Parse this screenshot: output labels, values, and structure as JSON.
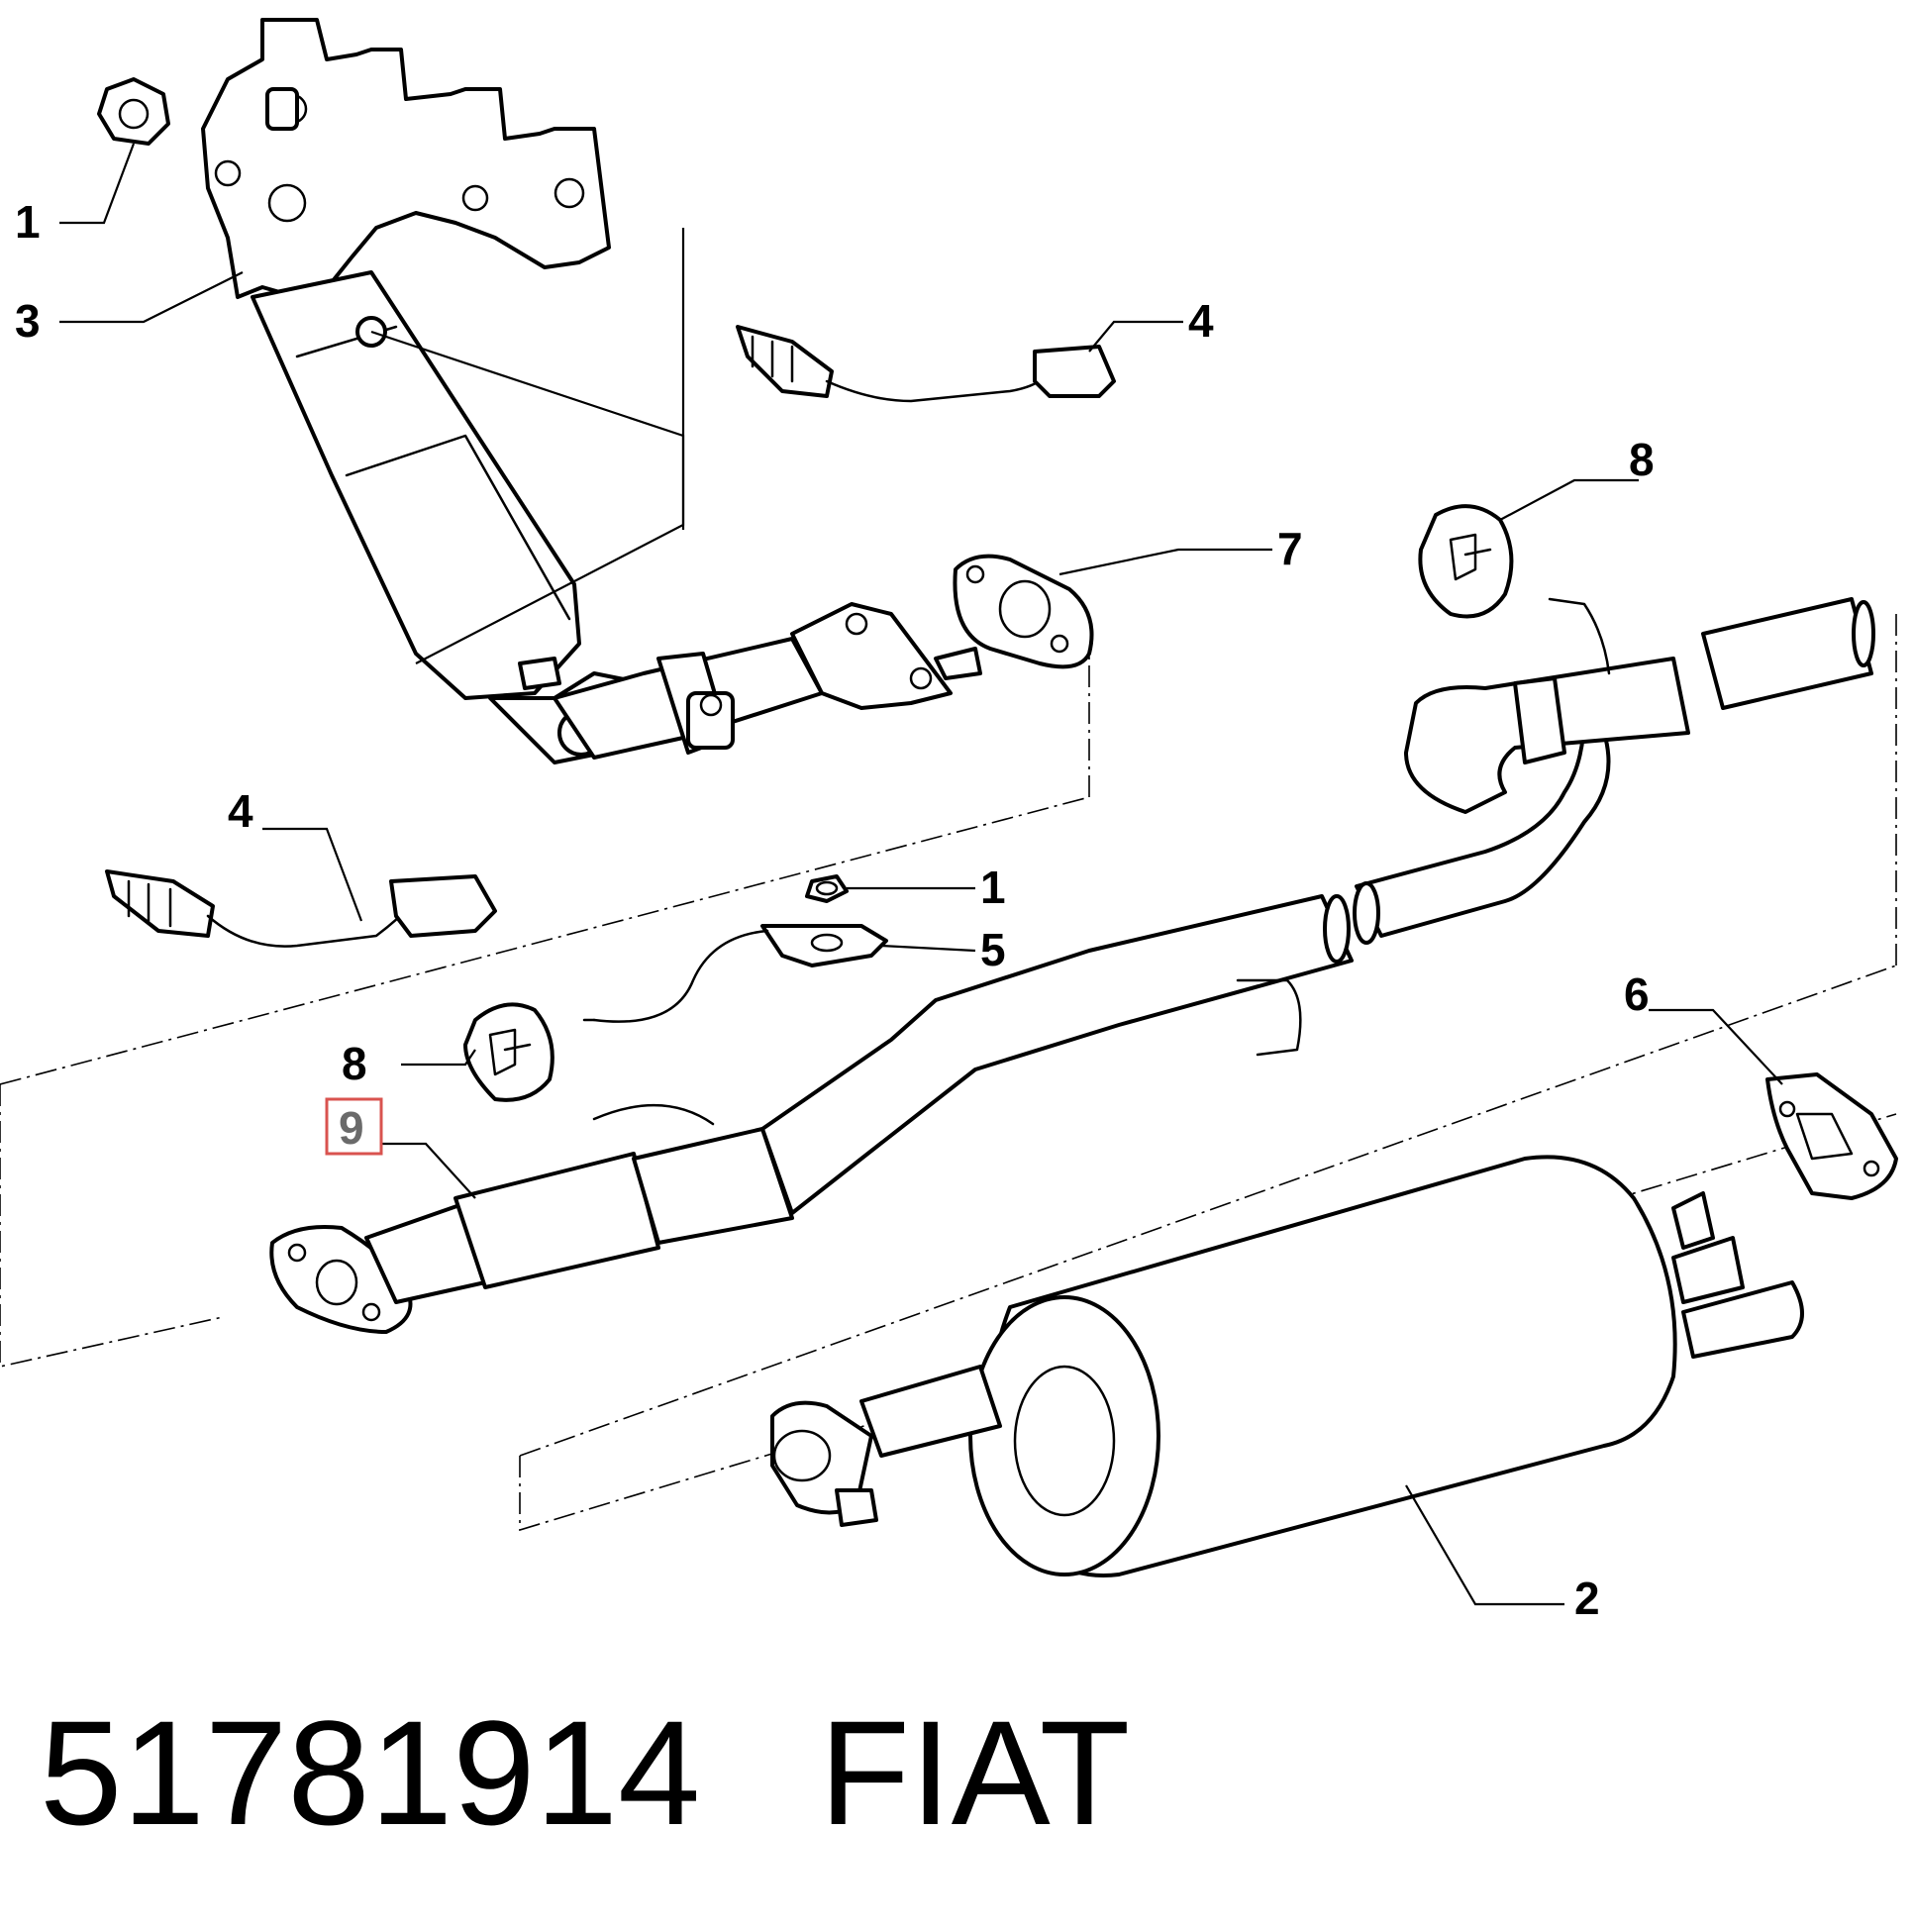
{
  "diagram": {
    "callouts": {
      "c1_top": "1",
      "c3": "3",
      "c4_top": "4",
      "c7": "7",
      "c8_right": "8",
      "c4_left": "4",
      "c1_mid": "1",
      "c5": "5",
      "c6": "6",
      "c8_left": "8",
      "c9": "9",
      "c2": "2"
    },
    "highlight_color": "#d9534f"
  },
  "caption": {
    "part_number": "51781914",
    "brand": "FIAT"
  }
}
